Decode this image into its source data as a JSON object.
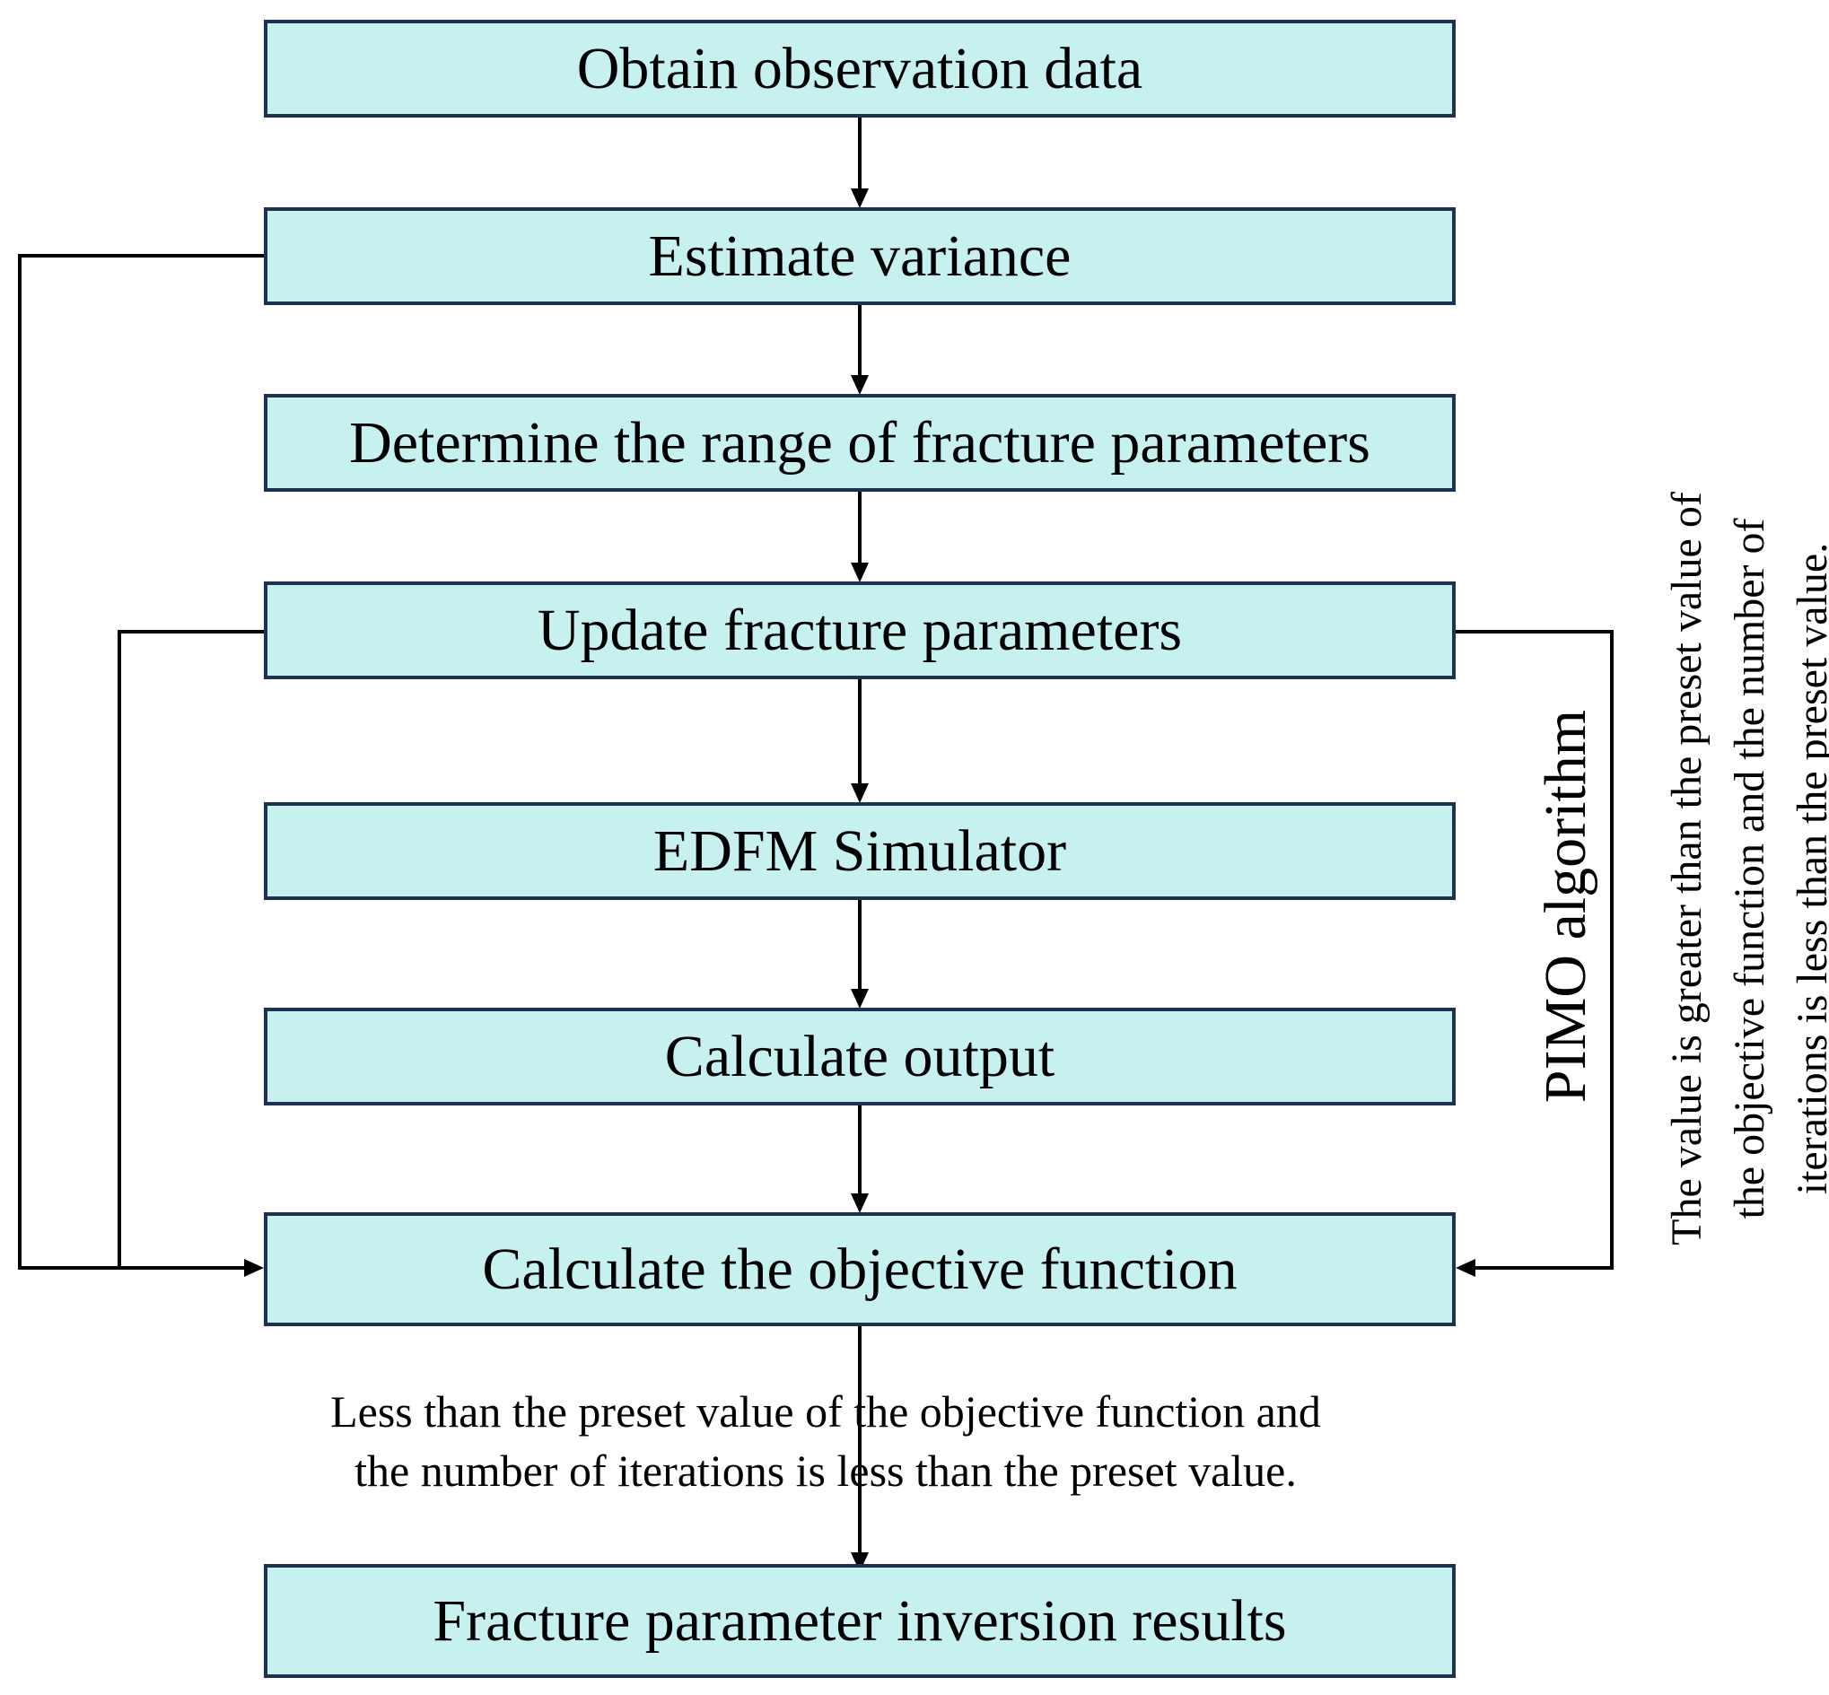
{
  "colors": {
    "box_fill": "#c6f1ef",
    "box_border": "#1f3150",
    "line": "#000000"
  },
  "steps": {
    "obtain": "Obtain observation data",
    "estimate": "Estimate variance",
    "determine": "Determine the range of fracture parameters",
    "update": "Update fracture parameters",
    "edfm": "EDFM Simulator",
    "output": "Calculate output",
    "objective": "Calculate the objective function",
    "results": "Fracture parameter inversion results"
  },
  "loop_label": "PIMO algorithm",
  "condition_stop": {
    "line1": "Less than the preset value of the objective function and",
    "line2": "the number of iterations is less than the preset value."
  },
  "condition_continue": {
    "line1": "The value is greater than the preset value of",
    "line2": "the objective function and the number of",
    "line3": "iterations is less than the preset value."
  }
}
